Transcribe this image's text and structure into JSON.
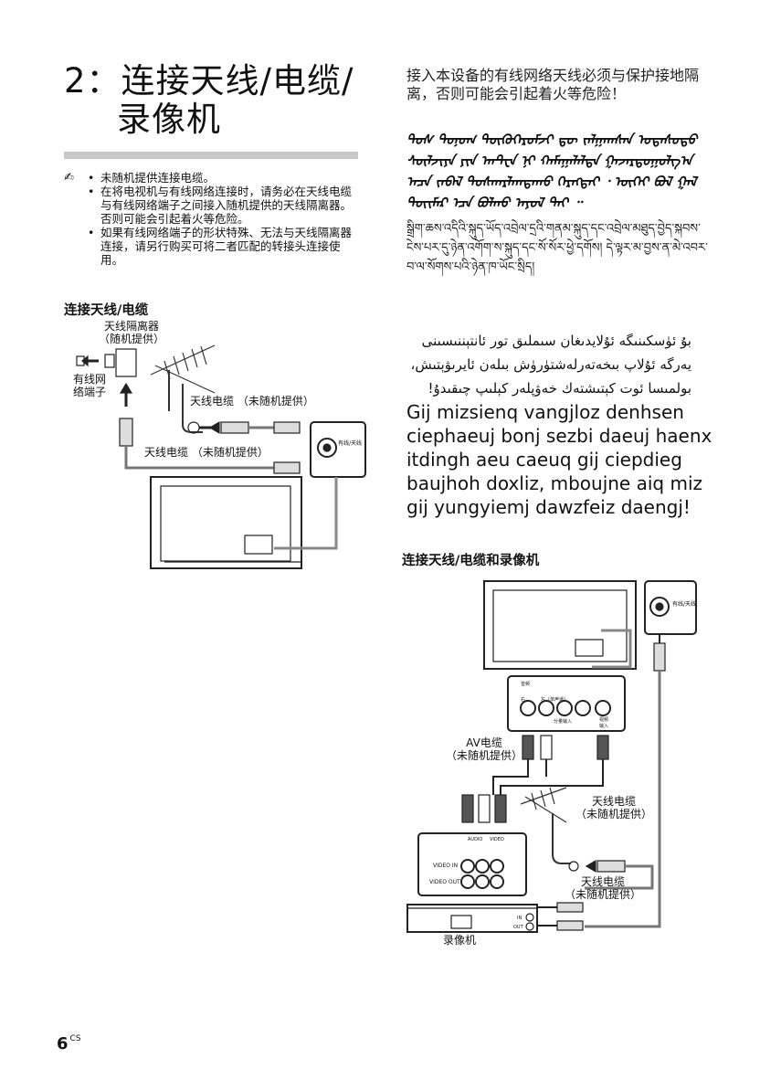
{
  "title": "2：连接天线/电缆/录像机",
  "title_line1": "2：连接天线/电缆/",
  "title_line2": "录像机",
  "notes": [
    "未随机提供连接电缆。",
    "在将电视机与有线网络连接时，请务必在天线电缆与有线网络端子之间接入随机提供的天线隔离器。否则可能会引起着火等危险。",
    "如果有线网络端子的形状特殊、无法与天线隔离器连接，请另行购买可将二者匹配的转接头连接使用。"
  ],
  "section1": {
    "heading": "连接天线/电缆",
    "isolator_label": "天线隔离器\n（随机提供）",
    "terminal_label": "有线网\n络端子",
    "cable_label_a": "天线电缆 （未随机提供）",
    "cable_label_b": "天线电缆 （未随机提供）",
    "jack_label": "有线/天线"
  },
  "warning_zh": "接入本设备的有线网络天线必须与保护接地隔离，否则可能会引起着火等危险！",
  "warning_mongolian": "ᠲᠤᠰ ᠲᠣᠨᠤᠭ ᠲᠥᠬᠥᠭᠡᠷᠦᠮᠵᠢ ᠳᠦ ᠵᠠᠯᠭᠠᠭᠰᠠᠨ ᠤᠲᠠᠰᠤᠲᠤ ᠰᠦᠯᠵᠢᠶᠡ ᠶᠢᠨ ᠠᠨᠲ᠋ᠧᠨ ᠨᠢ ᠬᠠᠮᠠᠭᠠᠯᠠᠯᠲᠠ ᠭᠠᠵᠠᠷᠳᠤᠭᠤᠯᠭ᠎ᠠ ᠠᠴᠠ ᠵᠠᠪᠠᠯ ᠲᠤᠰᠭᠠᠷᠯᠠᠭᠳᠠᠬᠤ ᠬᠡᠷᠡᠭᠲᠡᠢ ᠂ ᠦᠭᠡᠢ ᠪᠣᠯ ᠭᠠᠯ ᠲᠦᠢᠮᠡᠷ ᠡᠴᠡ ᠪᠣᠯᠬᠤ ᠠᠶᠤᠯ ᠲᠠᠢ ᠃",
  "warning_tibetan": "སྒྲིག་ཆས་འདིའི་སྐུད་ཡོད་འབྲེལ་དྲའི་གནམ་སྐུད་དང་འབྲེལ་མཐུད་བྱེད་སྐབས་ངེས་པར་དུ་ཉེན་འགོག་ས་སྐུད་དང་སོ་སོར་ཕྱེ་དགོས། དེ་ལྟར་མ་བྱས་ན་མེ་འབར་བ་ལ་སོགས་པའི་ཉེན་ཁ་ཡོང་སྲིད།",
  "warning_uyghur": "بۇ ئۈسكىنىگە ئۇلايدىغان سىملىق تور ئانتېننىسىنى يەرگە ئۇلاپ بىخەتەرلەشتۈرۈش بىلەن ئايرىۋېتىش، بولمىسا ئوت كېتىشتەك خەۋپلەر كېلىپ چىقىدۇ!",
  "warning_zhuang": "Gij mizsienq vangjloz denhsen ciephaeuj bonj sezbi daeuj haenx itdingh aeu caeuq gij ciepdieg baujhoh doxliz, mboujne aiq miz gij yungyiemj dawzfeiz daengj!",
  "section2": {
    "heading": "连接天线/电缆和录像机",
    "jack_label": "有线/天线",
    "av_cable_label": "AV电缆\n（未随机提供）",
    "cable_label_a": "天线电缆\n（未随机提供）",
    "cable_label_b": "天线电缆\n（未随机提供）",
    "vcr_label": "录像机",
    "video_in": "VIDEO IN",
    "video_out": "VIDEO OUT",
    "audio": "AUDIO",
    "video": "VIDEO",
    "panel_audio": "音频",
    "panel_right": "右",
    "panel_left": "左（单声道）",
    "panel_component": "分量输入",
    "panel_video_in": "视频\n输入",
    "vcr_in": "IN",
    "vcr_out": "OUT"
  },
  "page": {
    "number": "6",
    "suffix": "CS"
  }
}
